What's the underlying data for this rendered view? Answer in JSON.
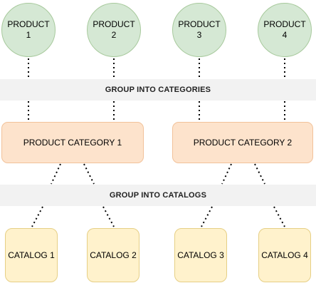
{
  "products": [
    {
      "line1": "PRODUCT",
      "line2": "1"
    },
    {
      "line1": "PRODUCT",
      "line2": "2"
    },
    {
      "line1": "PRODUCT",
      "line2": "3"
    },
    {
      "line1": "PRODUCT",
      "line2": "4"
    }
  ],
  "bands": {
    "categories": "GROUP INTO CATEGORIES",
    "catalogs": "GROUP INTO CATALOGS"
  },
  "categories": [
    "PRODUCT CATEGORY 1",
    "PRODUCT CATEGORY 2"
  ],
  "catalogs": [
    "CATALOG 1",
    "CATALOG 2",
    "CATALOG 3",
    "CATALOG 4"
  ],
  "colors": {
    "product_fill": "#d5e8d4",
    "category_fill": "#fde3cc",
    "catalog_fill": "#fff2cc",
    "band_fill": "#f2f2f2",
    "connector": "#000000"
  }
}
